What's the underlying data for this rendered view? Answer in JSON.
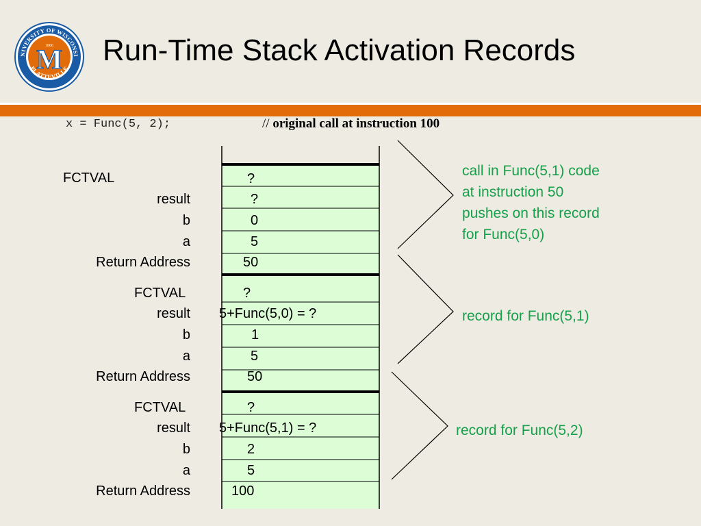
{
  "slide": {
    "title": "Run-Time Stack Activation Records",
    "code_line": "x = Func(5, 2);",
    "comment_prefix": "// ",
    "comment_text": "original call at instruction 100"
  },
  "logo": {
    "ring_text_top": "UNIVERSITY OF WISCONSIN",
    "ring_text_bottom": "PLATTEVILLE",
    "year": "1866",
    "letter": "M",
    "colors": {
      "orange": "#e36c0a",
      "blue": "#1a5ba6"
    }
  },
  "records": [
    {
      "fields": [
        {
          "label": "FCTVAL",
          "value": "?"
        },
        {
          "label": "result",
          "value": "?"
        },
        {
          "label": "b",
          "value": "0"
        },
        {
          "label": "a",
          "value": "5"
        },
        {
          "label": "Return Address",
          "value": "50"
        }
      ],
      "note": [
        "call in Func(5,1) code",
        "at instruction 50",
        "pushes on this record",
        "for Func(5,0)"
      ]
    },
    {
      "fields": [
        {
          "label": "FCTVAL",
          "value": "?"
        },
        {
          "label": "result",
          "value": "5+Func(5,0) = ?"
        },
        {
          "label": "b",
          "value": "1"
        },
        {
          "label": "a",
          "value": "5"
        },
        {
          "label": "Return Address",
          "value": "50"
        }
      ],
      "note": [
        "record for Func(5,1)"
      ]
    },
    {
      "fields": [
        {
          "label": "FCTVAL",
          "value": "?"
        },
        {
          "label": "result",
          "value": "5+Func(5,1) = ?"
        },
        {
          "label": "b",
          "value": "2"
        },
        {
          "label": "a",
          "value": "5"
        },
        {
          "label": "Return Address",
          "value": "100"
        }
      ],
      "note": [
        "record for Func(5,2)"
      ]
    }
  ],
  "colors": {
    "cell_fill": "#ddfdd7",
    "note_text": "#15a04a",
    "accent": "#e36c0a"
  }
}
